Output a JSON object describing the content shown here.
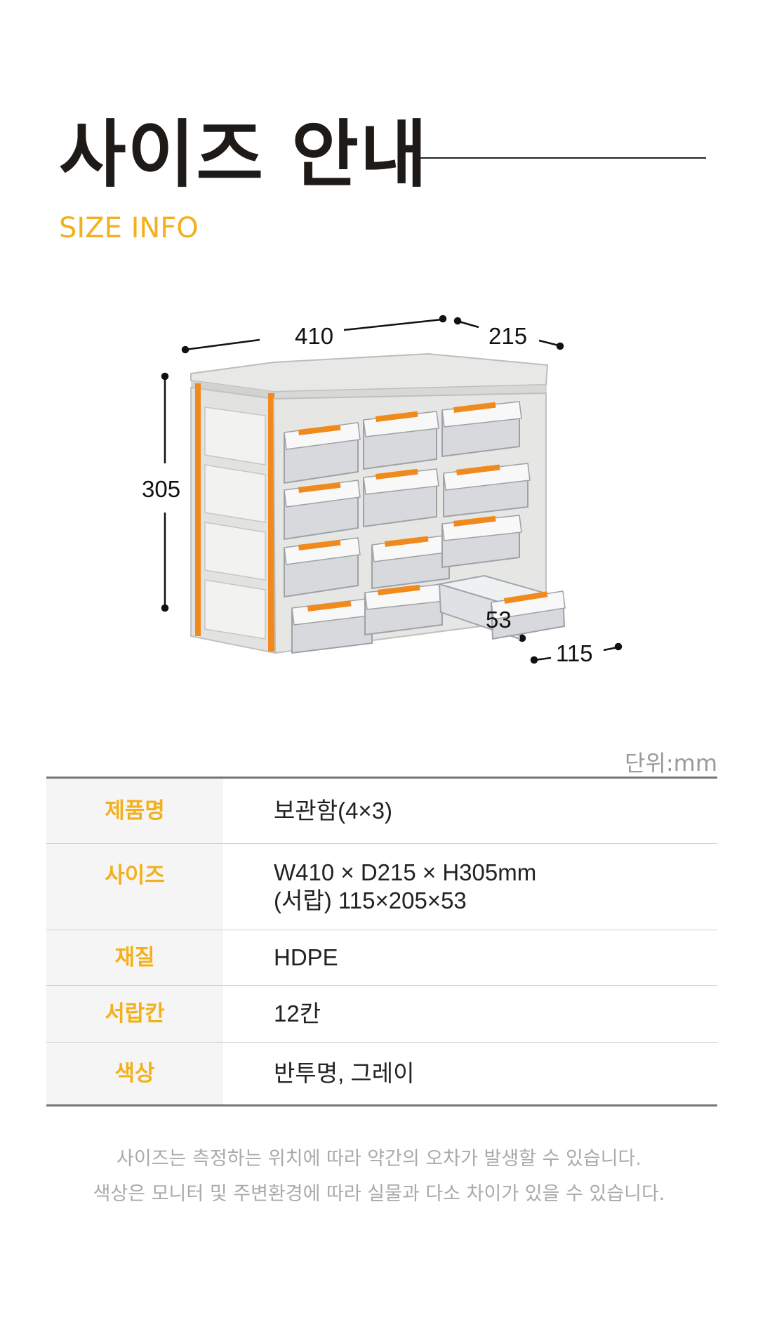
{
  "header": {
    "title": "사이즈 안내",
    "subtitle": "SIZE INFO"
  },
  "dimensions": {
    "width": "410",
    "depth": "215",
    "height": "305",
    "drawer_height": "53",
    "drawer_width": "115"
  },
  "unit_label": "단위:mm",
  "spec_table": [
    {
      "label": "제품명",
      "values": [
        "보관함(4×3)"
      ]
    },
    {
      "label": "사이즈",
      "values": [
        "W410 × D215 × H305mm",
        "(서랍) 115×205×53"
      ]
    },
    {
      "label": "재질",
      "values": [
        "HDPE"
      ]
    },
    {
      "label": "서랍칸",
      "values": [
        "12칸"
      ]
    },
    {
      "label": "색상",
      "values": [
        "반투명, 그레이"
      ]
    }
  ],
  "notes": [
    "사이즈는 측정하는 위치에 따라 약간의 오차가 발생할 수 있습니다.",
    "색상은 모니터 및 주변환경에 따라 실물과 다소 차이가 있을 수 있습니다."
  ],
  "colors": {
    "accent": "#f2b01c",
    "orange_trim": "#f08a1c",
    "body_gray": "#e4e4e2"
  },
  "icons": {
    "product": "drawer-cabinet-illustration"
  }
}
